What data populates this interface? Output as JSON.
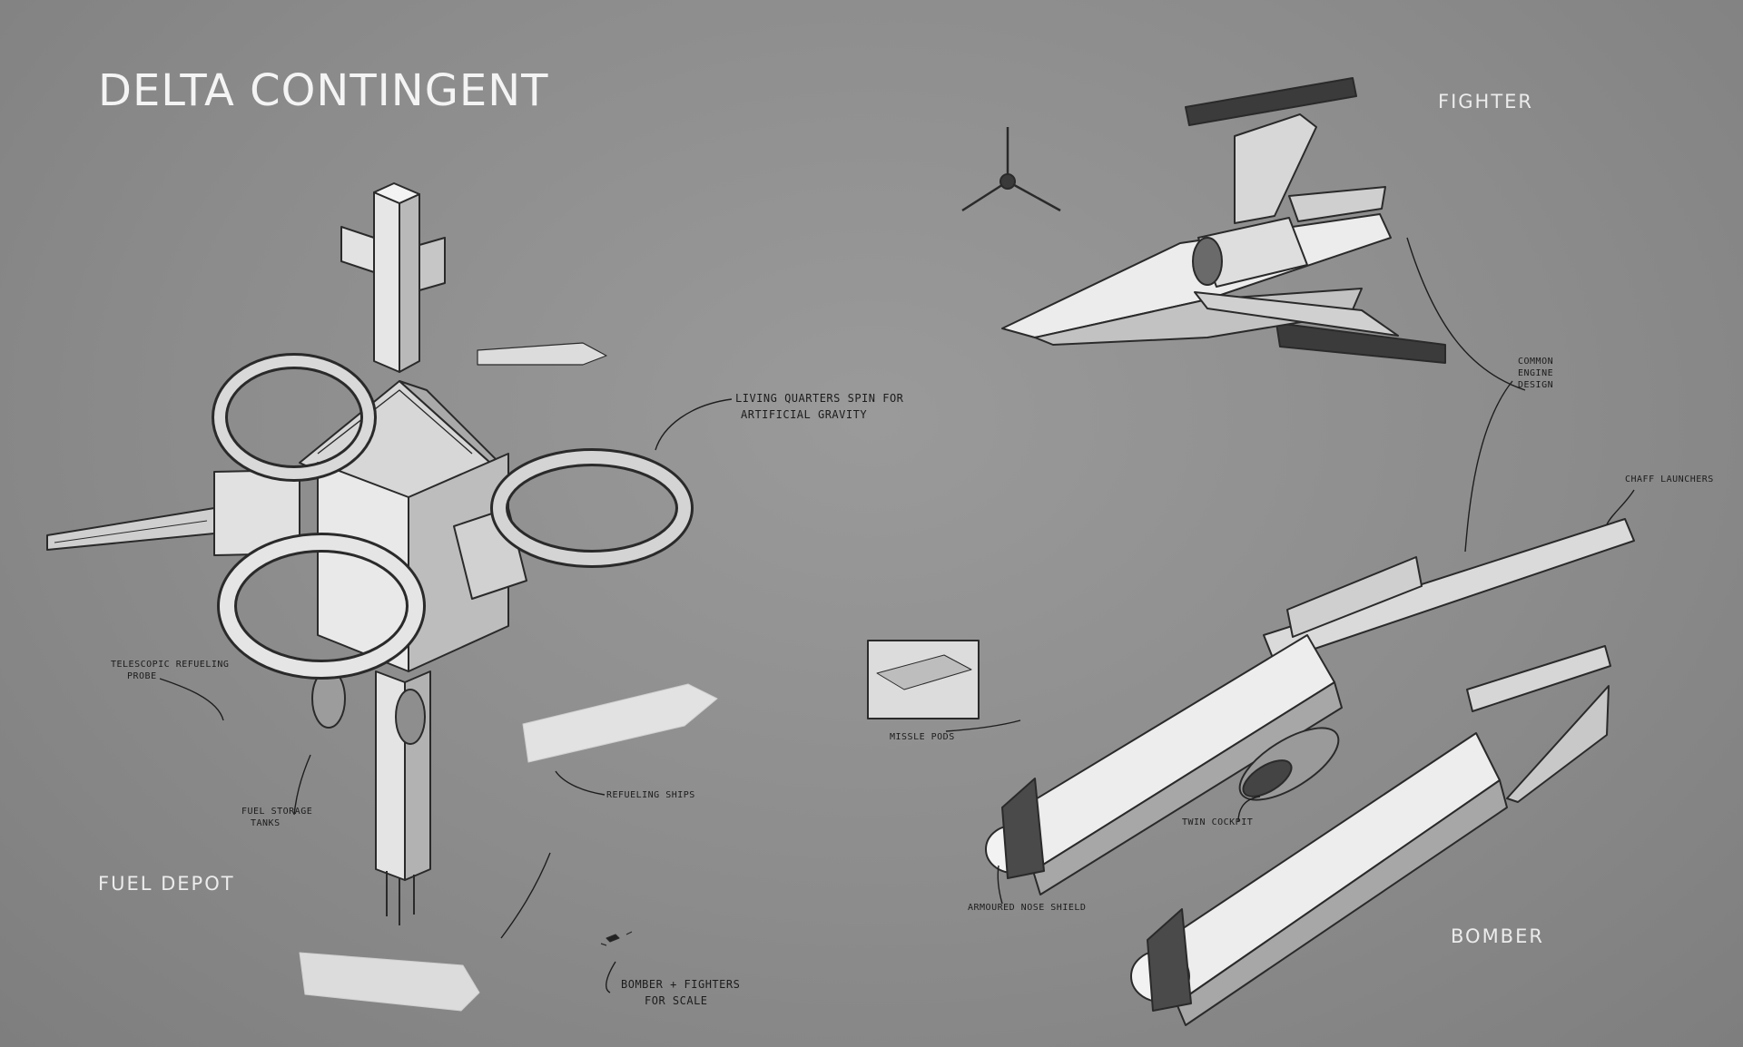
{
  "title": "DELTA CONTINGENT",
  "sections": {
    "fuel_depot": "FUEL DEPOT",
    "fighter": "FIGHTER",
    "bomber": "BOMBER"
  },
  "annotations": {
    "living_quarters_1": "LIVING QUARTERS SPIN FOR",
    "living_quarters_2": "ARTIFICIAL GRAVITY",
    "telescopic_1": "TELESCOPIC REFUELING",
    "telescopic_2": "PROBE",
    "fuel_tanks_1": "FUEL STORAGE",
    "fuel_tanks_2": "TANKS",
    "refueling_ships": "REFUELING SHIPS",
    "scale_1": "BOMBER + FIGHTERS",
    "scale_2": "FOR SCALE",
    "common_engine_1": "COMMON",
    "common_engine_2": "ENGINE",
    "common_engine_3": "DESIGN",
    "chaff_launchers": "CHAFF LAUNCHERS",
    "missile_pods": "MISSLE PODS",
    "twin_cockpit": "TWIN COCKPIT",
    "nose_shield": "ARMOURED NOSE SHIELD"
  },
  "colors": {
    "background": "#8c8c8c",
    "title": "#f4f4f4",
    "ink": "#1c1c1c",
    "hull_light": "#eeeeee",
    "hull_mid": "#c9c9c9",
    "hull_dark": "#5a5a5a"
  }
}
